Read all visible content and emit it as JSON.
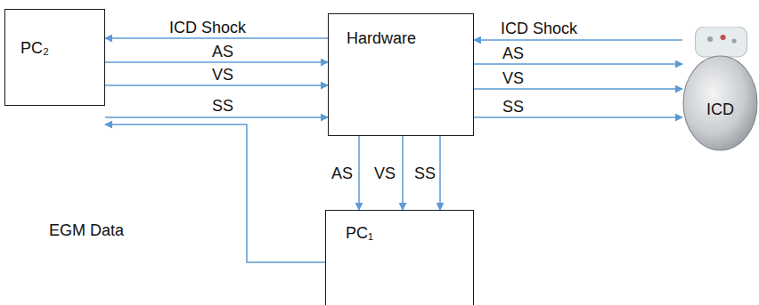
{
  "diagram": {
    "nodes": [
      {
        "text": [
          "PC₂"
        ]
      },
      {
        "text": [
          "Hardware"
        ]
      },
      {
        "text": [
          "ICD"
        ]
      },
      {
        "text": [
          "PC₁"
        ]
      }
    ],
    "edges": [
      {
        "from": 1,
        "to": 0,
        "label": "ICD Shock",
        "arrow": "to"
      },
      {
        "from": 0,
        "to": 1,
        "label": "AS",
        "arrow": "to"
      },
      {
        "from": 0,
        "to": 1,
        "label": "VS",
        "arrow": "to"
      },
      {
        "from": 0,
        "to": 1,
        "label": "SS",
        "arrow": "to"
      },
      {
        "from": 2,
        "to": 1,
        "label": "ICD Shock",
        "arrow": "to"
      },
      {
        "from": 1,
        "to": 2,
        "label": "AS",
        "arrow": "to"
      },
      {
        "from": 1,
        "to": 2,
        "label": "VS",
        "arrow": "to"
      },
      {
        "from": 1,
        "to": 2,
        "label": "SS",
        "arrow": "to"
      },
      {
        "from": 1,
        "to": 3,
        "label": "AS",
        "arrow": "to"
      },
      {
        "from": 1,
        "to": 3,
        "label": "VS",
        "arrow": "to"
      },
      {
        "from": 1,
        "to": 3,
        "label": "SS",
        "arrow": "to"
      },
      {
        "from": 3,
        "to": 0,
        "label": "EGM Data",
        "arrow": "to"
      }
    ]
  }
}
